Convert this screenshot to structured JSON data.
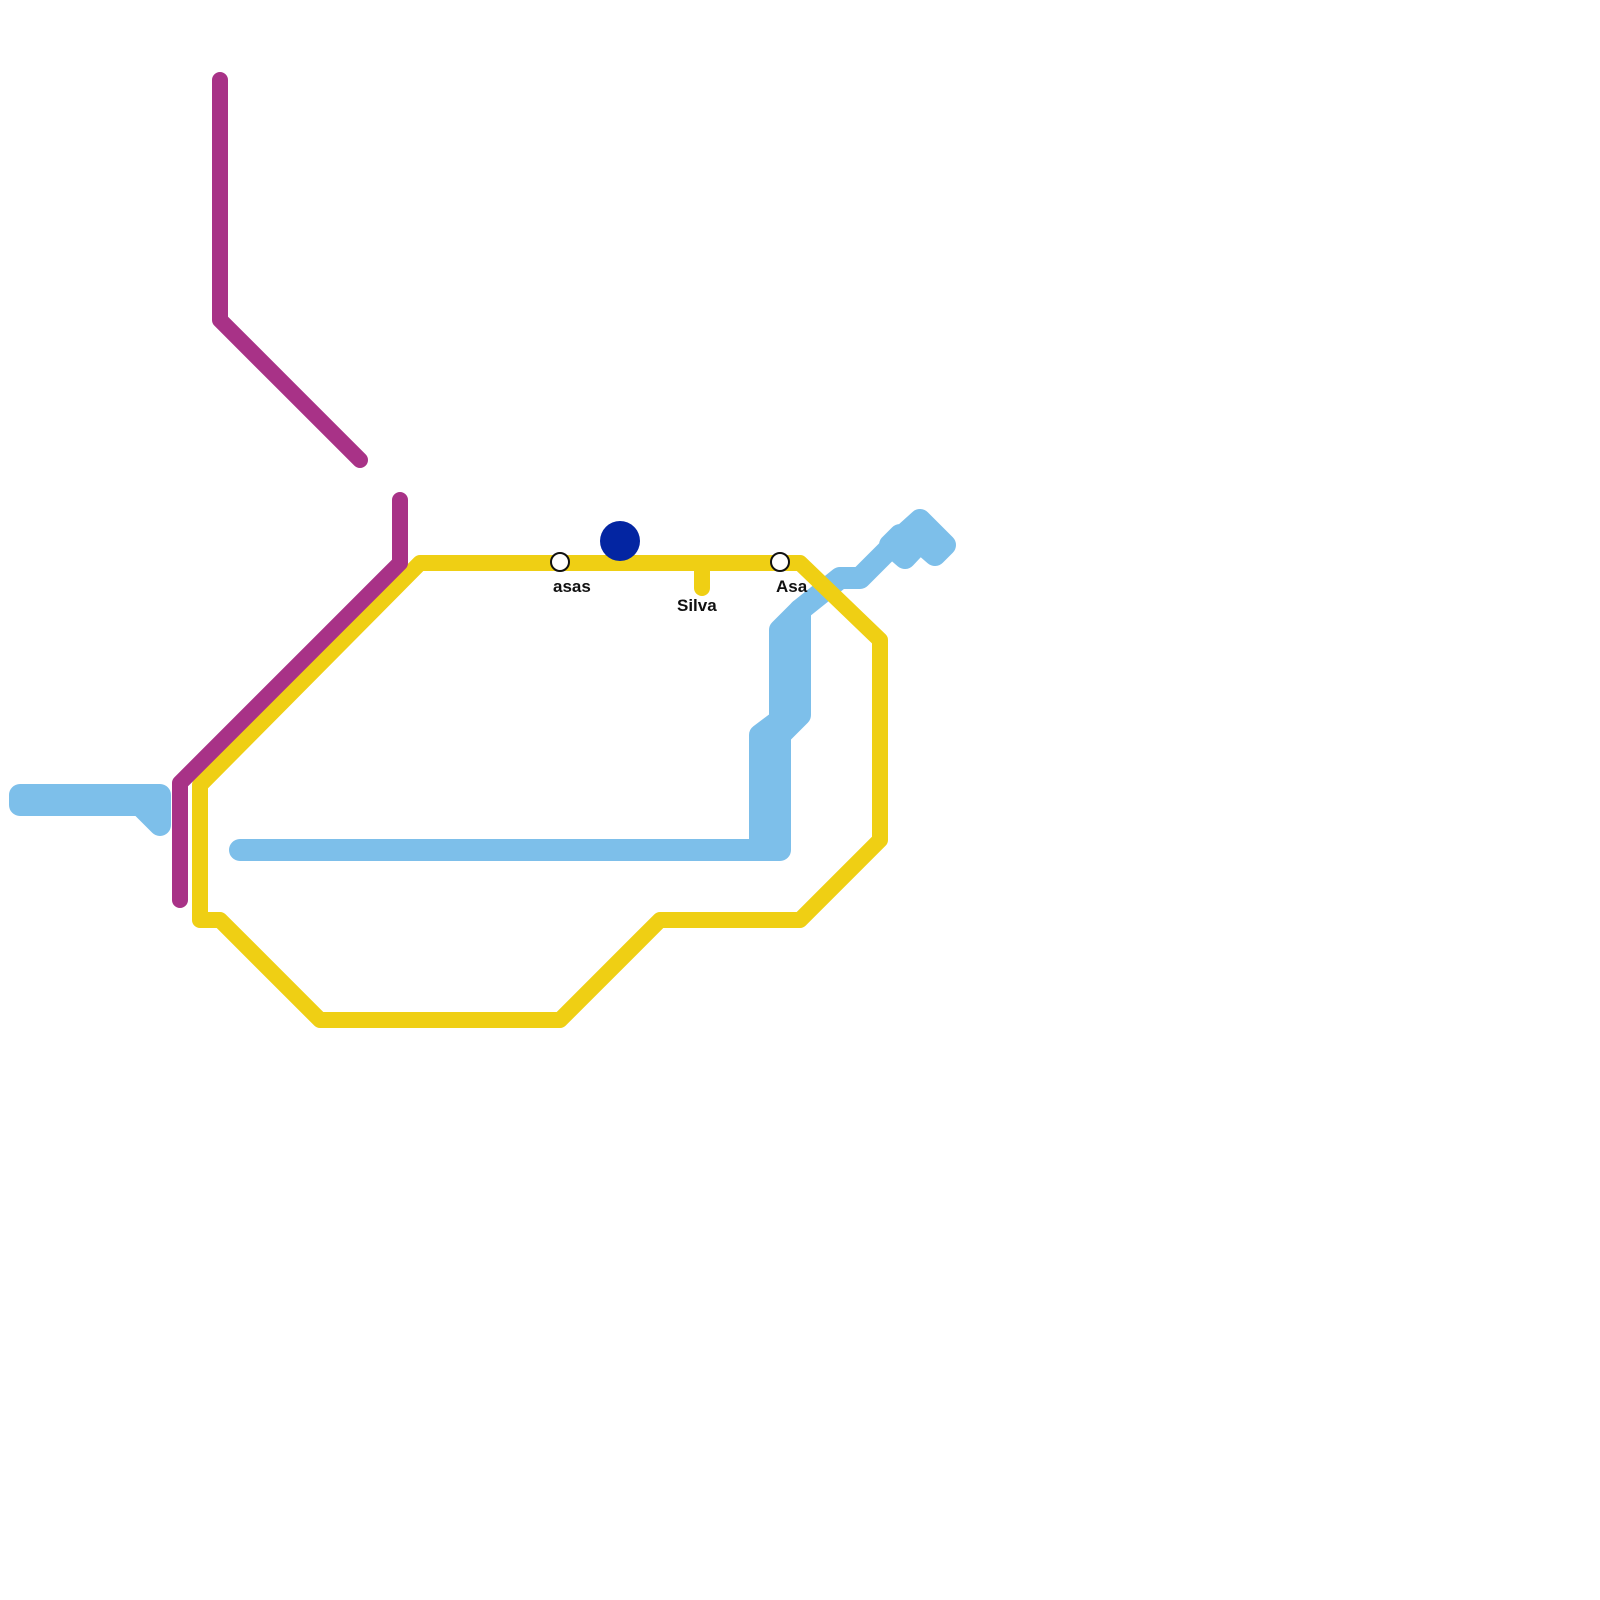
{
  "map": {
    "colors": {
      "background": "#ffffff",
      "purple_line": "#a83287",
      "yellow_line": "#efcf14",
      "light_blue_line": "#7dbfea",
      "dark_blue_marker": "#0325a2",
      "station_fill": "#ffffff",
      "station_stroke": "#111111"
    },
    "lines": [
      {
        "id": "purple",
        "color_key": "purple_line"
      },
      {
        "id": "yellow",
        "color_key": "yellow_line"
      },
      {
        "id": "light-blue",
        "color_key": "light_blue_line"
      }
    ],
    "stations": [
      {
        "id": "asas",
        "label": "asas",
        "line": "yellow"
      },
      {
        "id": "silva",
        "label": "Silva",
        "line": "yellow"
      },
      {
        "id": "asa",
        "label": "Asa",
        "line": "yellow"
      }
    ],
    "marker": {
      "id": "dark-blue-stop",
      "color_key": "dark_blue_marker"
    }
  }
}
